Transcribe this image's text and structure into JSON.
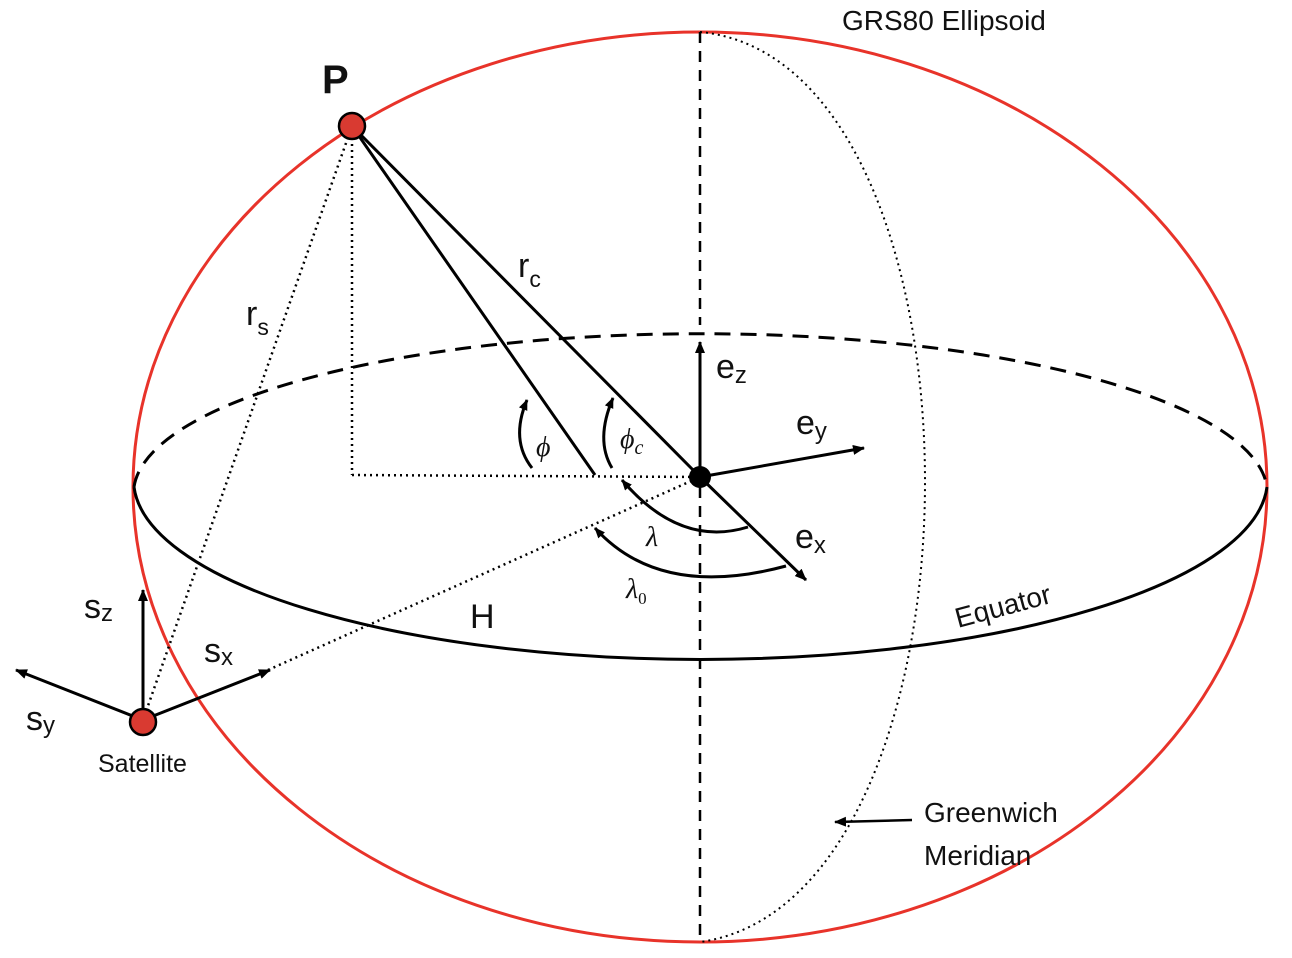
{
  "title": "GRS80 Ellipsoid",
  "colors": {
    "ellipsoid": "#e8332a",
    "point": "#d93a31",
    "line": "#000000"
  },
  "points": {
    "P": "P",
    "satellite": "Satellite"
  },
  "labels": {
    "r_c": {
      "base": "r",
      "sub": "c"
    },
    "r_s": {
      "base": "r",
      "sub": "s"
    },
    "H": "H",
    "equator": "Equator",
    "greenwich": [
      "Greenwich",
      "Meridian"
    ]
  },
  "earth_axes": {
    "ez": {
      "base": "e",
      "sub": "z"
    },
    "ey": {
      "base": "e",
      "sub": "y"
    },
    "ex": {
      "base": "e",
      "sub": "x"
    }
  },
  "satellite_axes": {
    "sz": {
      "base": "s",
      "sub": "z"
    },
    "sx": {
      "base": "s",
      "sub": "x"
    },
    "sy": {
      "base": "s",
      "sub": "y"
    }
  },
  "angles": {
    "phi": "ϕ",
    "phi_c": {
      "base": "ϕ",
      "sub": "c"
    },
    "lambda": "λ",
    "lambda_0": {
      "base": "λ",
      "sub": "0"
    }
  }
}
